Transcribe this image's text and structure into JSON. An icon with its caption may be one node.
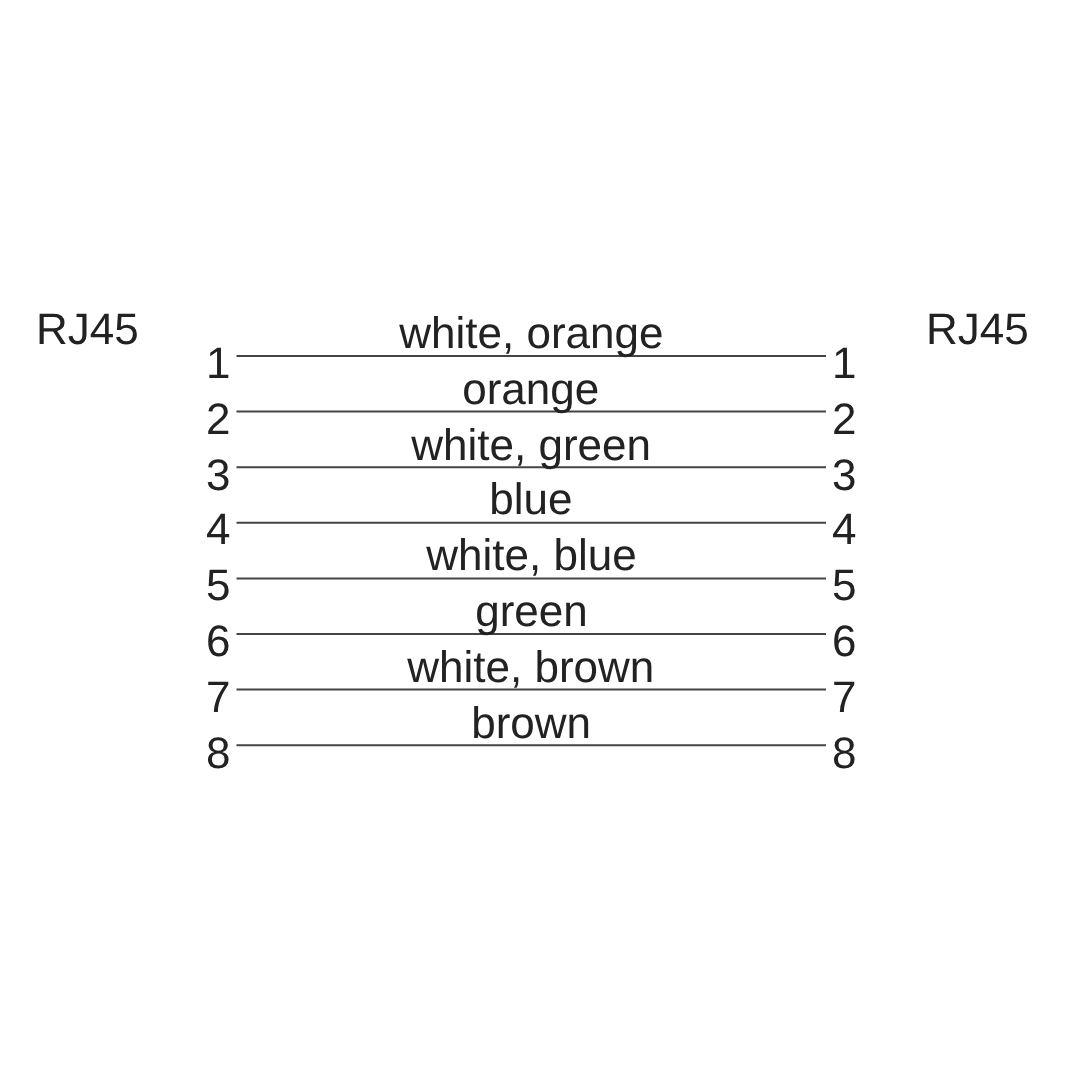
{
  "diagram": {
    "nodes": [
      {
        "text": [
          "1"
        ]
      },
      {
        "text": [
          "2"
        ]
      },
      {
        "text": [
          "3"
        ]
      },
      {
        "text": [
          "4"
        ]
      },
      {
        "text": [
          "5"
        ]
      },
      {
        "text": [
          "6"
        ]
      },
      {
        "text": [
          "7"
        ]
      },
      {
        "text": [
          "8"
        ]
      },
      {
        "text": [
          "1"
        ]
      },
      {
        "text": [
          "2"
        ]
      },
      {
        "text": [
          "3"
        ]
      },
      {
        "text": [
          "4"
        ]
      },
      {
        "text": [
          "5"
        ]
      },
      {
        "text": [
          "6"
        ]
      },
      {
        "text": [
          "7"
        ]
      },
      {
        "text": [
          "8"
        ]
      }
    ],
    "edges": [
      {
        "from": 0,
        "to": 8,
        "arrow": "none",
        "label": "white, orange"
      },
      {
        "from": 1,
        "to": 9,
        "arrow": "none",
        "label": "orange"
      },
      {
        "from": 2,
        "to": 10,
        "arrow": "none",
        "label": "white, green"
      },
      {
        "from": 3,
        "to": 11,
        "arrow": "none",
        "label": "blue"
      },
      {
        "from": 4,
        "to": 12,
        "arrow": "none",
        "label": "white, blue"
      },
      {
        "from": 5,
        "to": 13,
        "arrow": "none",
        "label": "green"
      },
      {
        "from": 6,
        "to": 14,
        "arrow": "none",
        "label": "white, brown"
      },
      {
        "from": 7,
        "to": 15,
        "arrow": "none",
        "label": "brown"
      }
    ],
    "labels": [
      "RJ45",
      "RJ45"
    ]
  }
}
